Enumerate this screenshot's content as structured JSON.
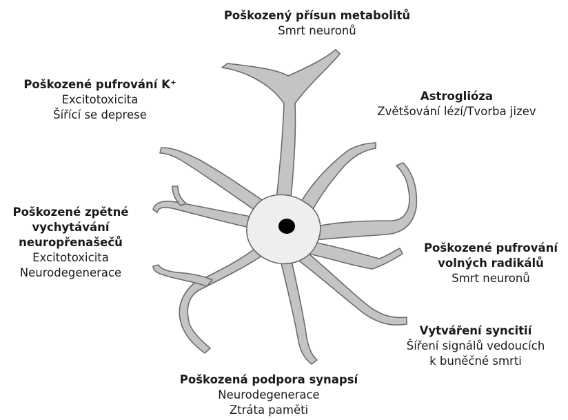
{
  "labels": {
    "top": {
      "title": "Poškozený přísun metabolitů",
      "lines": [
        "Smrt neuronů"
      ]
    },
    "top_left": {
      "title": "Poškozené pufrování K⁺",
      "lines": [
        "Excitotoxicita",
        "Šířící se deprese"
      ]
    },
    "astrogliosis": {
      "title": "Astroglióza",
      "lines": [
        "Zvětšování lézí/Tvorba jizev"
      ]
    },
    "left": {
      "title_lines": [
        "Poškozené zpětné",
        "vychytávání",
        "neuropřenašečů"
      ],
      "lines": [
        "Excitotoxicita",
        "Neurodegenerace"
      ]
    },
    "right": {
      "title_lines": [
        "Poškozené pufrování",
        "volných radikálů"
      ],
      "lines": [
        "Smrt neuronů"
      ]
    },
    "syncytia": {
      "title": "Vytváření syncitií",
      "lines": [
        "Šíření signálů vedoucích",
        "k buněčné smrti"
      ]
    },
    "bottom": {
      "title": "Poškozená podpora synapsí",
      "lines": [
        "Neurodegenerace",
        "Ztráta paměti"
      ]
    }
  },
  "colors": {
    "cell_fill": "#eeeeee",
    "cell_stroke": "#666666",
    "process_fill": "#c4c4c4",
    "nucleus": "#000000"
  }
}
